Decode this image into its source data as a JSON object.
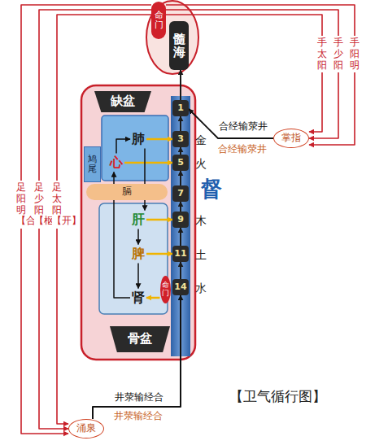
{
  "diagram": {
    "title": "【卫气循行图】",
    "nodes": [
      {
        "text": [
          "命门"
        ]
      },
      {
        "text": [
          "髓海"
        ]
      },
      {
        "text": [
          "缺盆"
        ]
      },
      {
        "text": [
          "1"
        ]
      },
      {
        "text": [
          "3"
        ]
      },
      {
        "text": [
          "5"
        ]
      },
      {
        "text": [
          "7"
        ]
      },
      {
        "text": [
          "9"
        ]
      },
      {
        "text": [
          "11"
        ]
      },
      {
        "text": [
          "14"
        ]
      },
      {
        "text": [
          "肺"
        ]
      },
      {
        "text": [
          "心"
        ]
      },
      {
        "text": [
          "鸠尾"
        ]
      },
      {
        "text": [
          "膈"
        ]
      },
      {
        "text": [
          "肝"
        ]
      },
      {
        "text": [
          "脾"
        ]
      },
      {
        "text": [
          "肾"
        ]
      },
      {
        "text": [
          "命门"
        ]
      },
      {
        "text": [
          "骨盆"
        ]
      },
      {
        "text": [
          "掌指"
        ]
      },
      {
        "text": [
          "涌泉"
        ]
      }
    ],
    "edges": [
      {
        "from": 0,
        "to": 19,
        "label": "手太阳",
        "arrow": "to"
      },
      {
        "from": 0,
        "to": 19,
        "label": "手少阳",
        "arrow": "to"
      },
      {
        "from": 0,
        "to": 19,
        "label": "手阳明",
        "arrow": "to"
      },
      {
        "from": 0,
        "to": 20,
        "label": "足阳明【合】",
        "arrow": "to"
      },
      {
        "from": 0,
        "to": 20,
        "label": "足少阳【枢】",
        "arrow": "to"
      },
      {
        "from": 0,
        "to": 20,
        "label": "足太阳【开】",
        "arrow": "to"
      },
      {
        "from": 19,
        "to": 3,
        "label": "合经输荥井",
        "arrow": "to"
      },
      {
        "from": 20,
        "to": 9,
        "label": "井荥输经合",
        "arrow": "to"
      },
      {
        "from": 9,
        "to": 8,
        "arrow": "to"
      },
      {
        "from": 8,
        "to": 7,
        "arrow": "to"
      },
      {
        "from": 7,
        "to": 6,
        "arrow": "to"
      },
      {
        "from": 6,
        "to": 5,
        "arrow": "to"
      },
      {
        "from": 5,
        "to": 4,
        "arrow": "to"
      },
      {
        "from": 4,
        "to": 3,
        "arrow": "to"
      },
      {
        "from": 3,
        "to": 1,
        "arrow": "to"
      },
      {
        "from": 11,
        "to": 10,
        "arrow": "to"
      },
      {
        "from": 10,
        "to": 4,
        "arrow": "to"
      },
      {
        "from": 11,
        "to": 5,
        "arrow": "to"
      },
      {
        "from": 10,
        "to": 14,
        "arrow": "to"
      },
      {
        "from": 14,
        "to": 15,
        "arrow": "to"
      },
      {
        "from": 15,
        "to": 16,
        "arrow": "to"
      },
      {
        "from": 16,
        "to": 11,
        "arrow": "to"
      },
      {
        "from": 14,
        "to": 7,
        "arrow": "to"
      },
      {
        "from": 15,
        "to": 8,
        "arrow": "to"
      },
      {
        "from": 17,
        "to": 16,
        "arrow": "to"
      }
    ],
    "labels": [
      "金",
      "火",
      "督",
      "木",
      "土",
      "水",
      "合经输荥井",
      "井荥输经合"
    ]
  }
}
